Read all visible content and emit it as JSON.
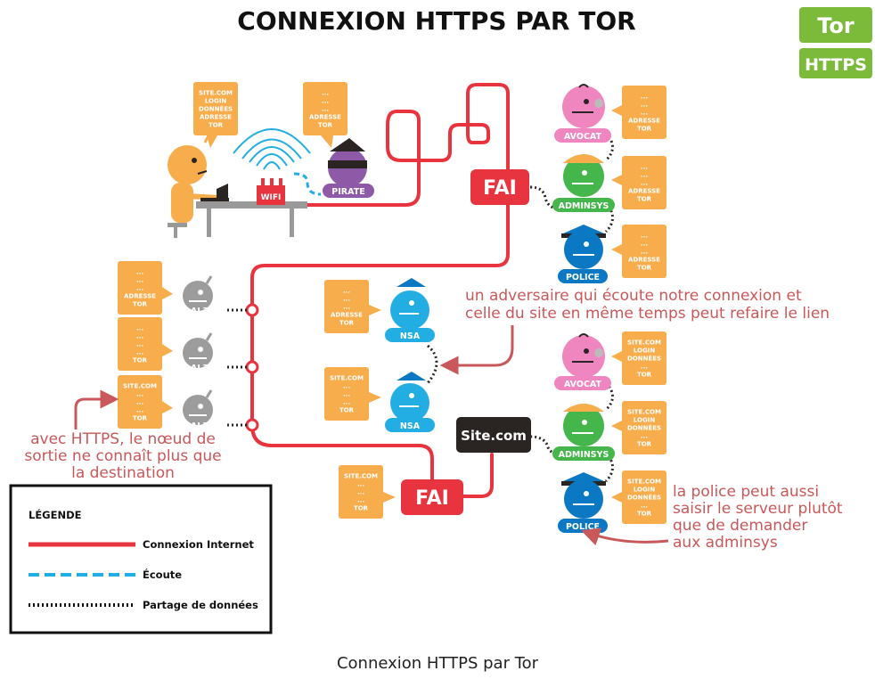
{
  "title": "CONNEXION HTTPS PAR TOR",
  "caption": "Connexion HTTPS par Tor",
  "badges": {
    "tor": "Tor",
    "https": "HTTPS"
  },
  "nodes": {
    "fai_top": "FAI",
    "fai_bottom": "FAI",
    "site": "Site.com",
    "wifi": "WIFI",
    "pirate": "PIRATE",
    "nsa1": "NSA",
    "nsa2": "NSA",
    "relai1": "RELAI TOR",
    "relai2": "RELAI TOR",
    "relai3": "RELAI TOR",
    "avocat1": "AVOCAT",
    "adminsys1": "ADMINSYS",
    "police1": "POLICE",
    "avocat2": "AVOCAT",
    "adminsys2": "ADMINSYS",
    "police2": "POLICE"
  },
  "bubbles": {
    "user": [
      "SITE.COM",
      "LOGIN",
      "DONNÉES",
      "ADRESSE",
      "TOR"
    ],
    "pirate": [
      "...",
      "...",
      "...",
      "ADRESSE",
      "TOR"
    ],
    "avocat1": [
      "...",
      "...",
      "...",
      "ADRESSE",
      "TOR"
    ],
    "adminsys1": [
      "...",
      "...",
      "...",
      "ADRESSE",
      "TOR"
    ],
    "police1": [
      "...",
      "...",
      "...",
      "ADRESSE",
      "TOR"
    ],
    "relai1": [
      "...",
      "...",
      "...",
      "ADRESSE",
      "TOR"
    ],
    "relai2": [
      "...",
      "...",
      "...",
      "...",
      "TOR"
    ],
    "relai3": [
      "SITE.COM",
      "...",
      "...",
      "...",
      "TOR"
    ],
    "nsa1": [
      "...",
      "...",
      "...",
      "ADRESSE",
      "TOR"
    ],
    "nsa2": [
      "SITE.COM",
      "...",
      "...",
      "...",
      "TOR"
    ],
    "fai_bottom": [
      "SITE.COM",
      "...",
      "...",
      "...",
      "TOR"
    ],
    "avocat2": [
      "SITE.COM",
      "LOGIN",
      "DONNÉES",
      "...",
      "TOR"
    ],
    "adminsys2": [
      "SITE.COM",
      "LOGIN",
      "DONNÉES",
      "...",
      "TOR"
    ],
    "police2": [
      "SITE.COM",
      "LOGIN",
      "DONNÉES",
      "...",
      "TOR"
    ]
  },
  "notes": {
    "adversary": [
      "un adversaire qui écoute notre connexion et",
      "celle du site en même temps peut refaire le lien"
    ],
    "https_exit": [
      "avec HTTPS, le nœud de",
      "sortie ne connaît plus que",
      "la destination"
    ],
    "police": [
      "la police peut aussi",
      "saisir le serveur plutôt",
      "que de demander",
      "aux adminsys"
    ]
  },
  "legend": {
    "title": "LÉGENDE",
    "internet": "Connexion Internet",
    "ecoute": "Écoute",
    "partage": "Partage de données"
  },
  "colors": {
    "red": "#e8343e",
    "orange": "#f8ad4d",
    "pink": "#ef86c0",
    "green": "#45b64b",
    "blue": "#0a78c2",
    "cyan": "#23aee3",
    "gray": "#9c9c9c",
    "purple": "#8e5aa8",
    "dark": "#2a2522",
    "note": "#c8585a",
    "tor_green": "#7cbb3a"
  }
}
